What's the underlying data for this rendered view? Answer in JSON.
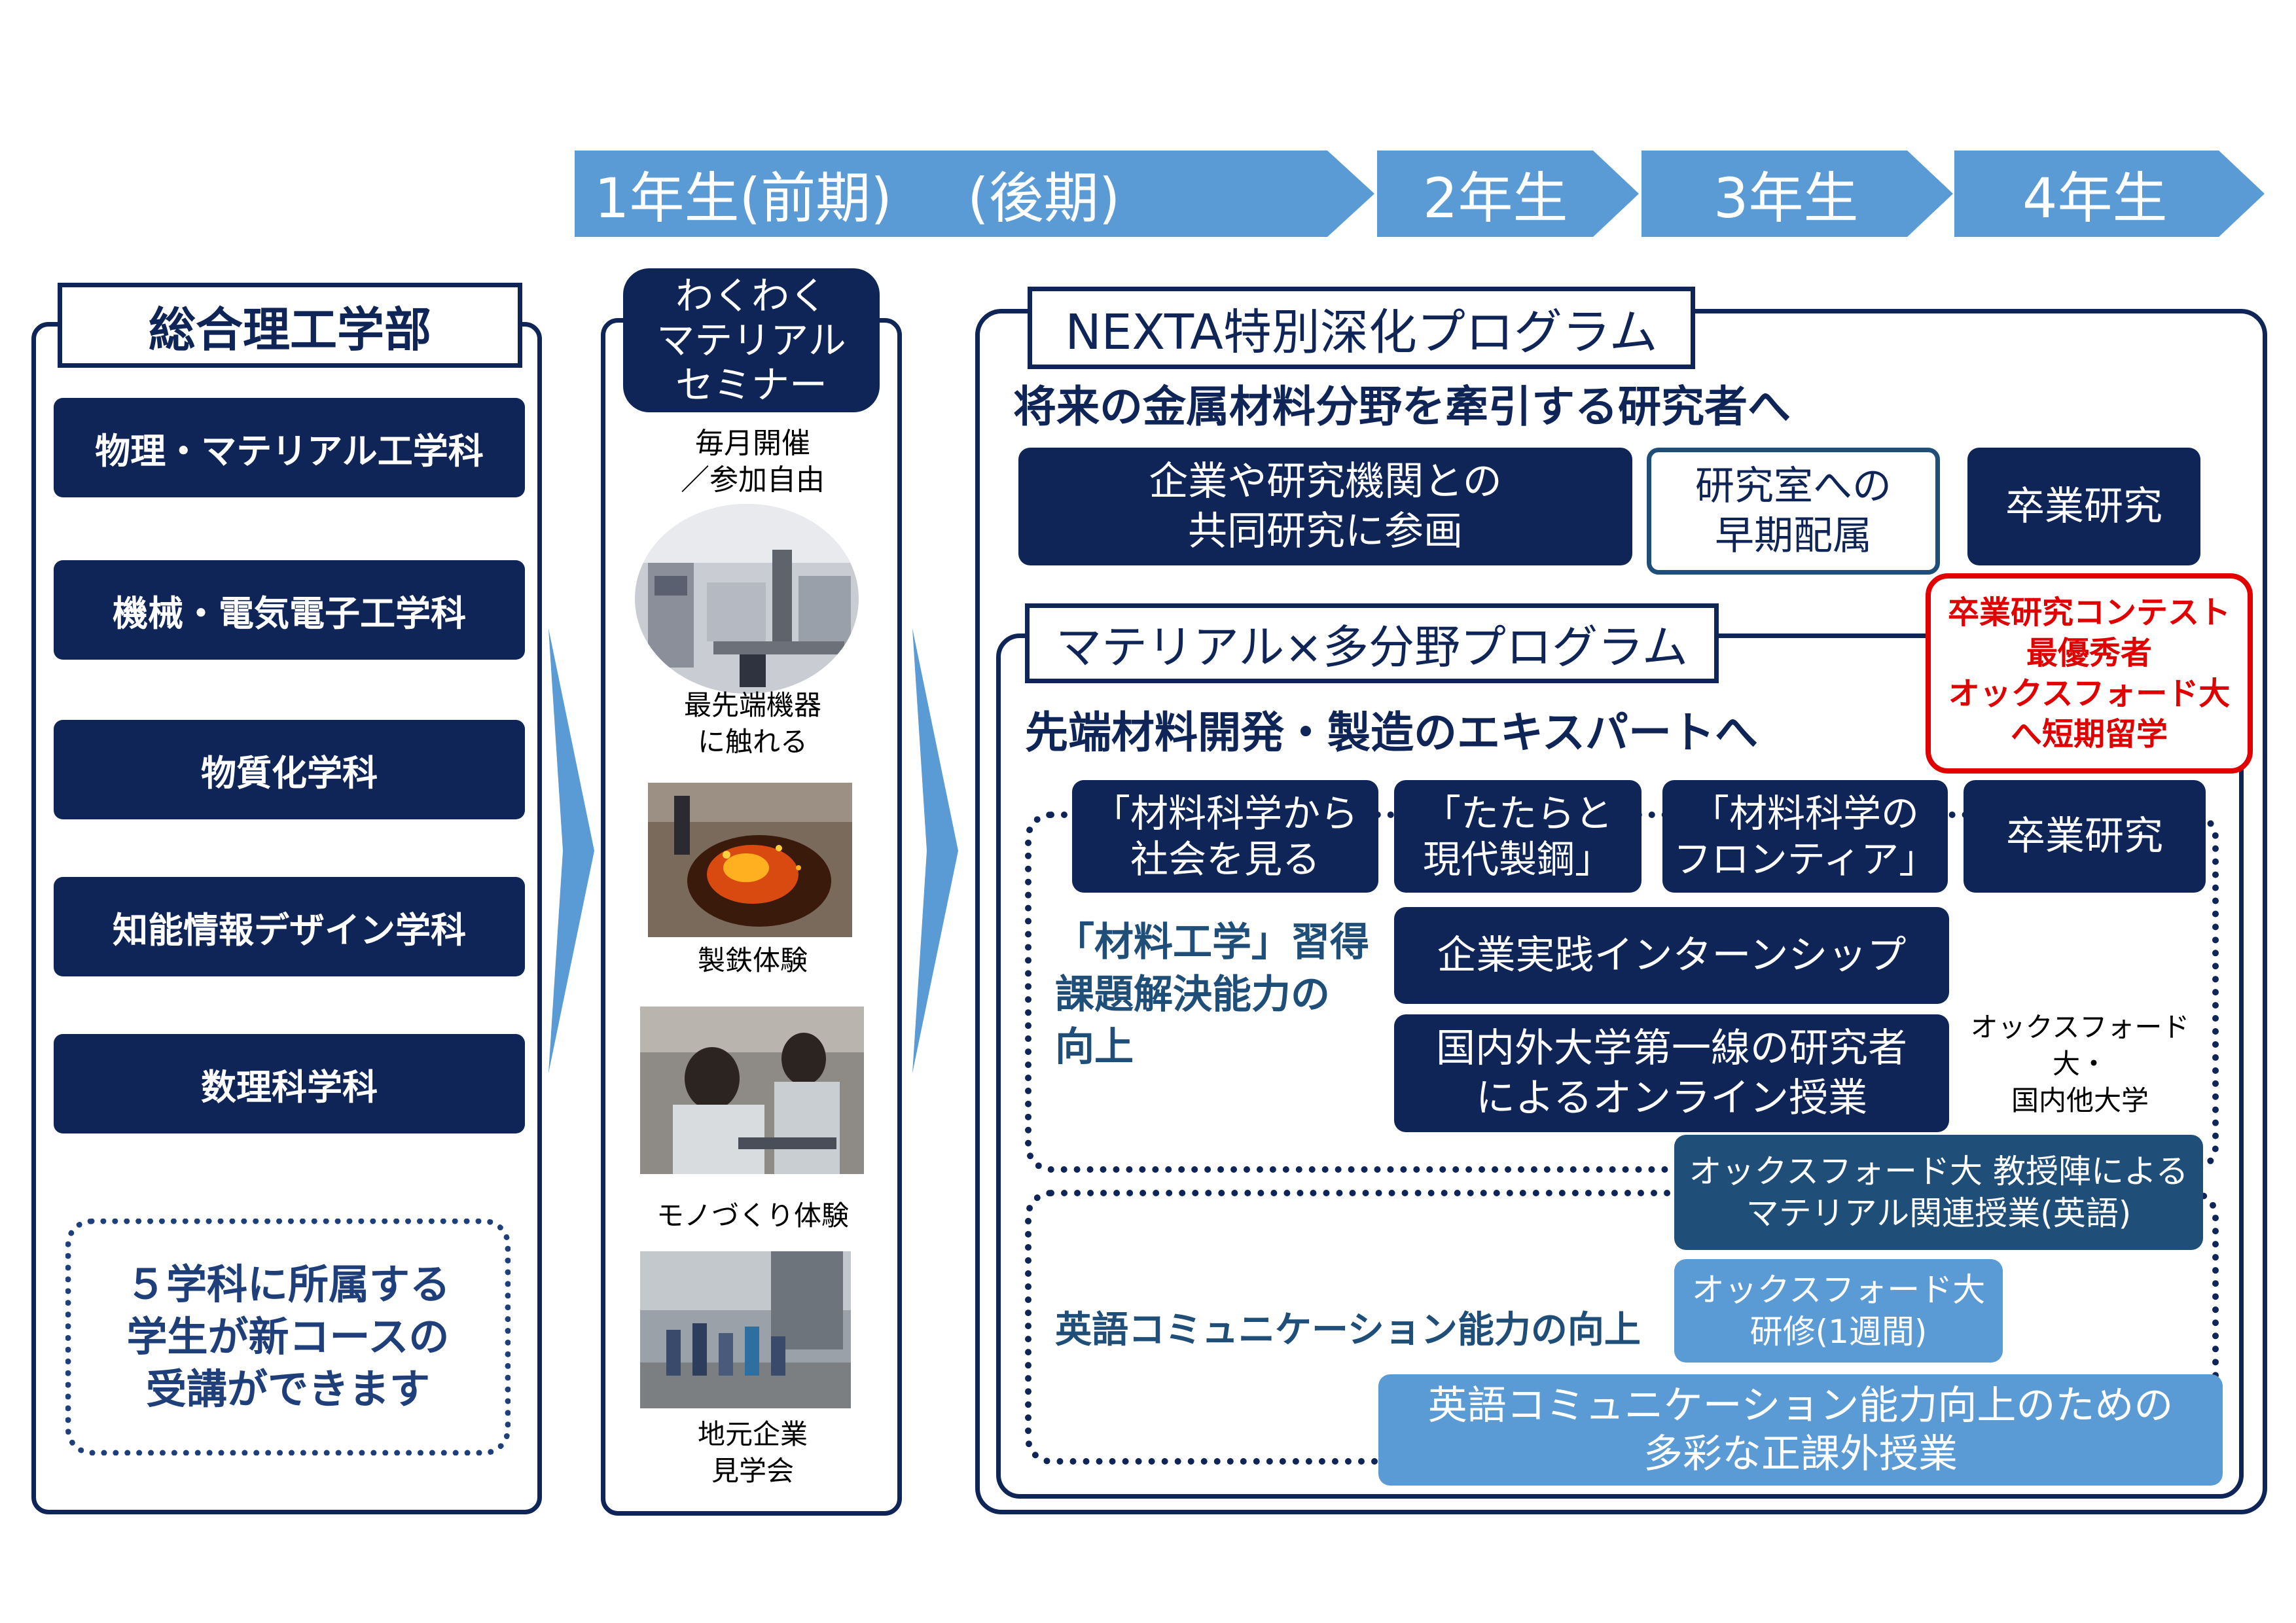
{
  "timeline": {
    "year1_first": "1年生(前期)",
    "year1_second": "(後期)",
    "year2": "2年生",
    "year3": "3年生",
    "year4": "4年生"
  },
  "faculty": {
    "title": "総合理工学部",
    "departments": [
      "物理・マテリアル工学科",
      "機械・電気電子工学科",
      "物質化学科",
      "知能情報デザイン学科",
      "数理科学科"
    ],
    "note": "５学科に所属する\n学生が新コースの\n受講ができます"
  },
  "seminar": {
    "title": "わくわく\nマテリアル\nセミナー",
    "schedule": "毎月開催\n／参加自由",
    "items": [
      "最先端機器\nに触れる",
      "製鉄体験",
      "モノづくり体験",
      "地元企業\n見学会"
    ]
  },
  "nexta": {
    "title": "NEXTA特別深化プログラム",
    "subtitle": "将来の金属材料分野を牽引する研究者へ",
    "box_joint": "企業や研究機関との\n共同研究に参画",
    "box_lab": "研究室への\n早期配属",
    "box_grad": "卒業研究",
    "contest": "卒業研究コンテスト\n最優秀者\nオックスフォード大\nへ短期留学"
  },
  "multi": {
    "title": "マテリアル×多分野プログラム",
    "subtitle": "先端材料開発・製造のエキスパートへ",
    "course1": "「材料科学から\n社会を見る",
    "course2": "「たたらと\n現代製鋼」",
    "course3": "「材料科学の\nフロンティア」",
    "grad": "卒業研究",
    "skill1": "「材料工学」習得\n課題解決能力の\n向上",
    "internship": "企業実践インターンシップ",
    "online": "国内外大学第一線の研究者\nによるオンライン授業",
    "partners": "オックスフォード大・\n国内他大学",
    "oxford_lectures": "オックスフォード大 教授陣による\nマテリアル関連授業(英語)",
    "skill2": "英語コミュニケーション能力の向上",
    "oxford_training": "オックスフォード大\n研修(1週間)",
    "english_classes": "英語コミュニケーション能力向上のための\n多彩な正課外授業"
  },
  "colors": {
    "navy": "#0f2557",
    "arrow_blue": "#5b9bd5",
    "steel_blue": "#1f4e79",
    "contest_red": "#e00000",
    "note_text": "#1f3f7a"
  }
}
